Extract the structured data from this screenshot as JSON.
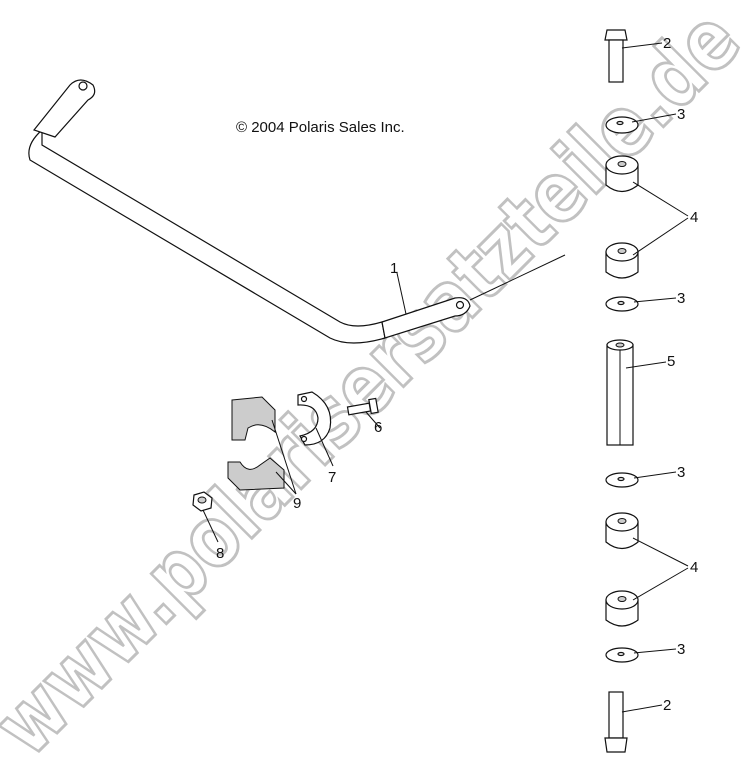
{
  "copyright": "© 2004 Polaris Sales Inc.",
  "watermark": "www.polarisersatzteile.de",
  "callouts": {
    "c1": "1",
    "c2a": "2",
    "c2b": "2",
    "c3a": "3",
    "c3b": "3",
    "c3c": "3",
    "c3d": "3",
    "c4a": "4",
    "c4b": "4",
    "c5": "5",
    "c6": "6",
    "c7": "7",
    "c8": "8",
    "c9": "9"
  },
  "colors": {
    "line": "#111111",
    "watermark": "#bbbbbb"
  }
}
